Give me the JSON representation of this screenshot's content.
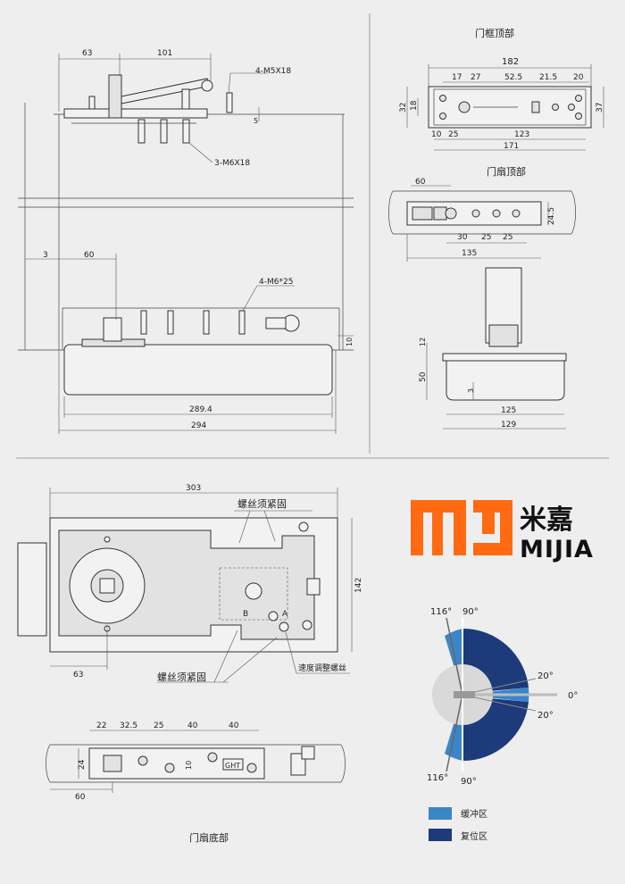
{
  "sections": {
    "frame_top": "门框顶部",
    "door_top": "门扇顶部",
    "door_bottom": "门扇底部"
  },
  "side_view": {
    "dims": [
      "63",
      "101",
      "289.4",
      "294",
      "3",
      "60",
      "5",
      "10"
    ],
    "labels": {
      "m5": "4-M5X18",
      "m6_top": "3-M6X18",
      "m6_bottom": "4-M6*25"
    }
  },
  "frame_top_view": {
    "dims": [
      "182",
      "17",
      "27",
      "52.5",
      "21.5",
      "20",
      "32",
      "18",
      "37",
      "10",
      "25",
      "123",
      "171"
    ]
  },
  "door_top_view": {
    "dims": [
      "60",
      "24.5",
      "30",
      "25",
      "25",
      "135"
    ]
  },
  "section_view": {
    "dims": [
      "12",
      "50",
      "3",
      "125",
      "129"
    ]
  },
  "plan_view": {
    "dims": [
      "303",
      "142",
      "63"
    ],
    "labels": {
      "screw_tighten_top": "螺丝须紧固",
      "screw_tighten_bottom": "螺丝须紧固",
      "speed_screw": "速度调整螺丝",
      "mark_a": "A",
      "mark_b": "B"
    }
  },
  "bottom_view": {
    "dims": [
      "22",
      "32.5",
      "25",
      "40",
      "40",
      "24",
      "60",
      "10"
    ],
    "badge": "GHT"
  },
  "logo": {
    "cn": "米嘉",
    "en": "MIJIA",
    "color": "#ff6a13"
  },
  "angle_diagram": {
    "angles": [
      "116°",
      "90°",
      "20°",
      "0°",
      "20°",
      "116°",
      "90°"
    ],
    "buffer_color": "#3a86c8",
    "reset_color": "#1d3a7a"
  },
  "legend": [
    {
      "label": "缓冲区",
      "color": "#3a86c8"
    },
    {
      "label": "复位区",
      "color": "#1d3a7a"
    }
  ]
}
